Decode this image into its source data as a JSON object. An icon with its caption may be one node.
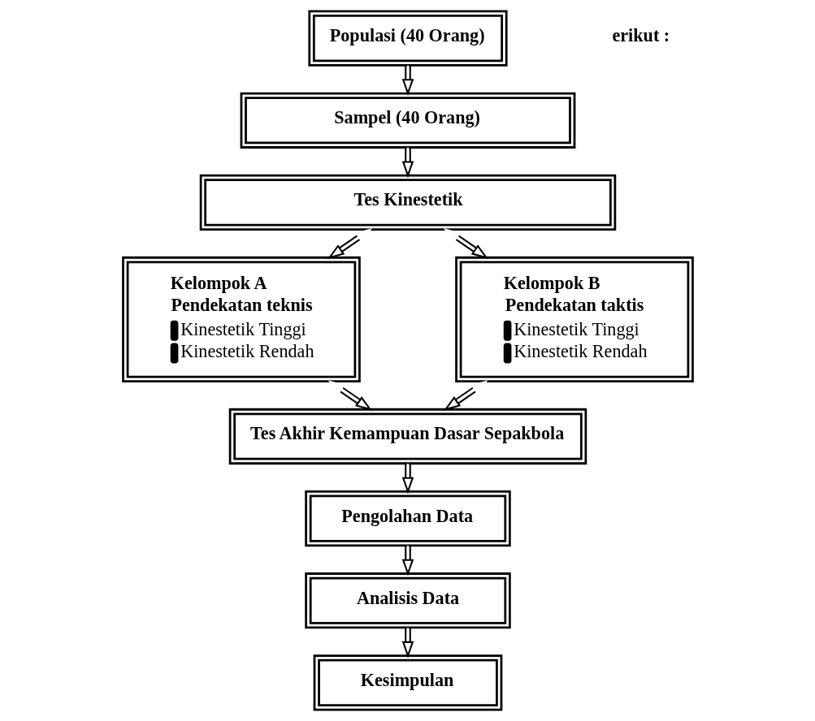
{
  "diagram": {
    "nodes": [
      {
        "text": [
          "Populasi (40 Orang)"
        ]
      },
      {
        "text": [
          "Sampel (40 Orang)"
        ]
      },
      {
        "text": [
          "Tes Kinestetik"
        ]
      },
      {
        "text": [
          "Kelompok A",
          "Pendekatan teknis",
          "Kinestetik Tinggi",
          "Kinestetik Rendah"
        ]
      },
      {
        "text": [
          "Kelompok B",
          "Pendekatan taktis",
          "Kinestetik Tinggi",
          "Kinestetik Rendah"
        ]
      },
      {
        "text": [
          "Tes Akhir Kemampuan Dasar Sepakbola"
        ]
      },
      {
        "text": [
          "Pengolahan Data"
        ]
      },
      {
        "text": [
          "Analisis Data"
        ]
      },
      {
        "text": [
          "Kesimpulan"
        ]
      }
    ],
    "edges": [
      {
        "from": 0,
        "to": 1,
        "arrow": "to"
      },
      {
        "from": 1,
        "to": 2,
        "arrow": "to"
      },
      {
        "from": 2,
        "to": 3,
        "arrow": "both"
      },
      {
        "from": 2,
        "to": 4,
        "arrow": "both"
      },
      {
        "from": 3,
        "to": 5,
        "arrow": "both"
      },
      {
        "from": 4,
        "to": 5,
        "arrow": "both"
      },
      {
        "from": 5,
        "to": 6,
        "arrow": "to"
      },
      {
        "from": 6,
        "to": 7,
        "arrow": "to"
      },
      {
        "from": 7,
        "to": 8,
        "arrow": "to"
      }
    ],
    "labels": [
      "erikut :"
    ]
  }
}
